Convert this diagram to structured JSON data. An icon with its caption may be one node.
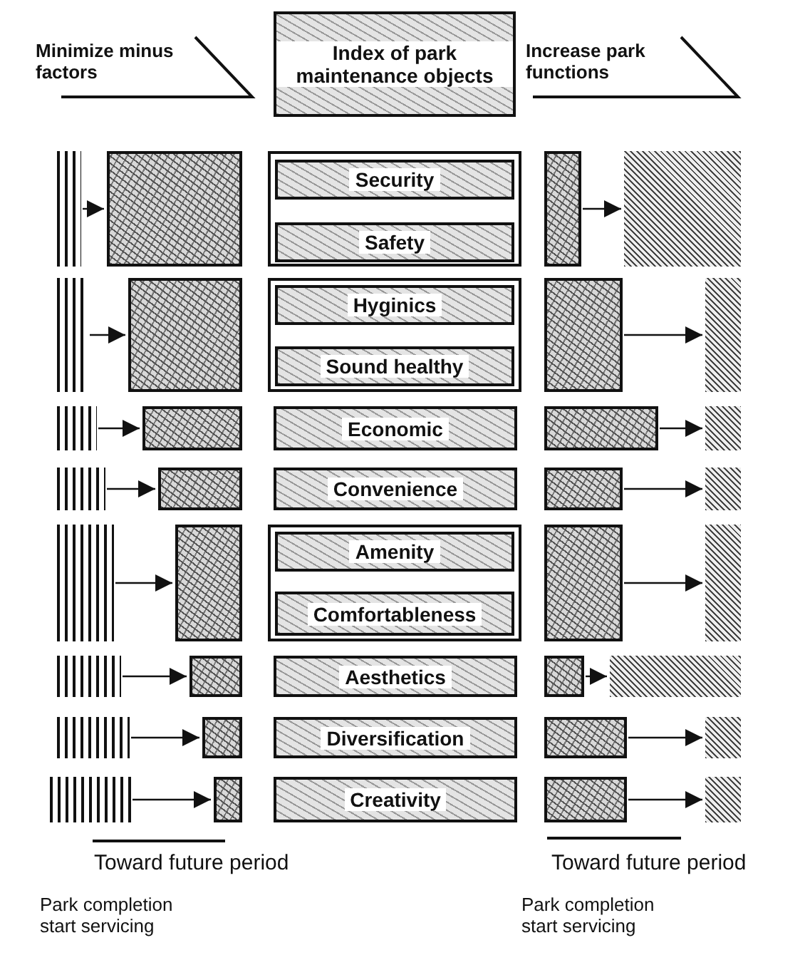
{
  "diagram": {
    "nodes": [
      {
        "text": [
          "Index of park maintenance objects"
        ]
      },
      {
        "text": [],
        "shape": "bar"
      },
      {
        "text": [],
        "shape": "box"
      },
      {
        "text": [],
        "shape": "box"
      },
      {
        "text": [
          "Security"
        ],
        "in": 3
      },
      {
        "text": [
          "Safety"
        ],
        "in": 3
      },
      {
        "text": [],
        "shape": "box"
      },
      {
        "text": [],
        "shape": "box"
      },
      {
        "text": [],
        "shape": "bar"
      },
      {
        "text": [],
        "shape": "box"
      },
      {
        "text": [],
        "shape": "box"
      },
      {
        "text": [
          "Hyginics"
        ],
        "in": 10
      },
      {
        "text": [
          "Sound healthy"
        ],
        "in": 10
      },
      {
        "text": [],
        "shape": "box"
      },
      {
        "text": [],
        "shape": "box"
      },
      {
        "text": [],
        "shape": "bar"
      },
      {
        "text": [],
        "shape": "box"
      },
      {
        "text": [
          "Economic"
        ]
      },
      {
        "text": [],
        "shape": "box"
      },
      {
        "text": [],
        "shape": "box"
      },
      {
        "text": [],
        "shape": "bar"
      },
      {
        "text": [],
        "shape": "box"
      },
      {
        "text": [
          "Convenience"
        ]
      },
      {
        "text": [],
        "shape": "box"
      },
      {
        "text": [],
        "shape": "box"
      },
      {
        "text": [],
        "shape": "bar"
      },
      {
        "text": [],
        "shape": "box"
      },
      {
        "text": [],
        "shape": "box"
      },
      {
        "text": [
          "Amenity"
        ],
        "in": 27
      },
      {
        "text": [
          "Comfortableness"
        ],
        "in": 27
      },
      {
        "text": [],
        "shape": "box"
      },
      {
        "text": [],
        "shape": "box"
      },
      {
        "text": [],
        "shape": "bar"
      },
      {
        "text": [],
        "shape": "box"
      },
      {
        "text": [
          "Aesthetics"
        ]
      },
      {
        "text": [],
        "shape": "box"
      },
      {
        "text": [],
        "shape": "box"
      },
      {
        "text": [],
        "shape": "bar"
      },
      {
        "text": [],
        "shape": "box"
      },
      {
        "text": [
          "Diversification"
        ]
      },
      {
        "text": [],
        "shape": "box"
      },
      {
        "text": [],
        "shape": "box"
      },
      {
        "text": [],
        "shape": "bar"
      },
      {
        "text": [],
        "shape": "box"
      },
      {
        "text": [
          "Creativity"
        ]
      },
      {
        "text": [],
        "shape": "box"
      },
      {
        "text": [],
        "shape": "box"
      }
    ],
    "edges": [
      {
        "from": 1,
        "to": 2,
        "arrow": "to"
      },
      {
        "from": 6,
        "to": 7,
        "arrow": "to"
      },
      {
        "from": 8,
        "to": 9,
        "arrow": "to"
      },
      {
        "from": 13,
        "to": 14,
        "arrow": "to"
      },
      {
        "from": 15,
        "to": 16,
        "arrow": "to"
      },
      {
        "from": 18,
        "to": 19,
        "arrow": "to"
      },
      {
        "from": 20,
        "to": 21,
        "arrow": "to"
      },
      {
        "from": 23,
        "to": 24,
        "arrow": "to"
      },
      {
        "from": 25,
        "to": 26,
        "arrow": "to"
      },
      {
        "from": 30,
        "to": 31,
        "arrow": "to"
      },
      {
        "from": 32,
        "to": 33,
        "arrow": "to"
      },
      {
        "from": 35,
        "to": 36,
        "arrow": "to"
      },
      {
        "from": 37,
        "to": 38,
        "arrow": "to"
      },
      {
        "from": 40,
        "to": 41,
        "arrow": "to"
      },
      {
        "from": 42,
        "to": 43,
        "arrow": "to"
      },
      {
        "from": 45,
        "to": 46,
        "arrow": "to"
      }
    ],
    "labels": [
      "Minimize minus factors",
      "Increase park functions",
      "Toward future period",
      "Toward future period",
      "Park completion start servicing",
      "Park completion start servicing"
    ]
  }
}
